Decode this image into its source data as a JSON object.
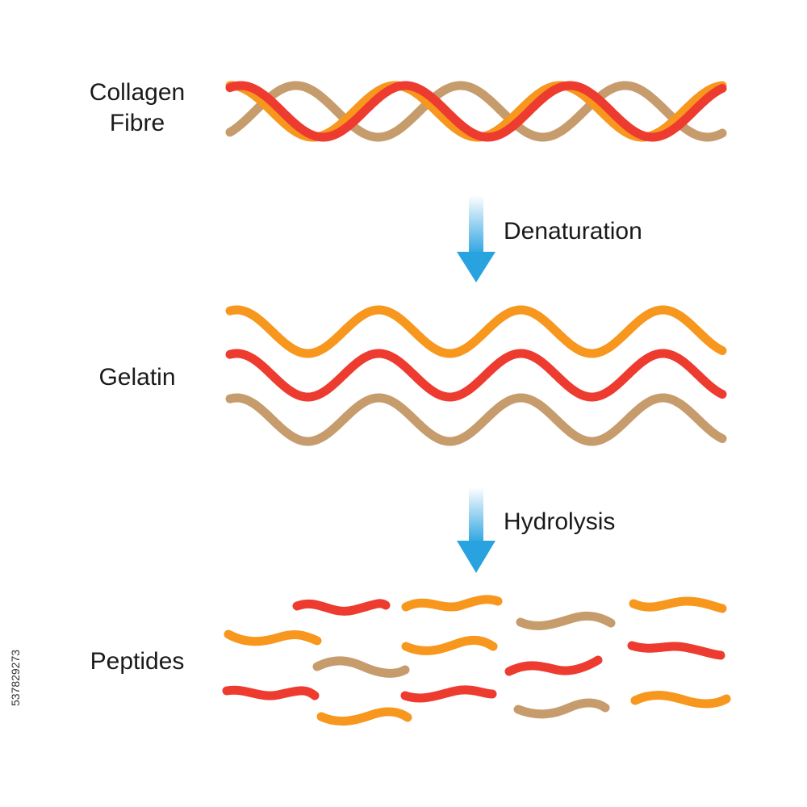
{
  "labels": {
    "collagen_line1": "Collagen",
    "collagen_line2": "Fibre",
    "gelatin": "Gelatin",
    "peptides": "Peptides",
    "step1": "Denaturation",
    "step2": "Hydrolysis"
  },
  "stock_id": "537829273",
  "colors": {
    "orange": "#F7971E",
    "red": "#EE3B2F",
    "tan": "#C69C6D",
    "arrow_top": "#FFFFFF",
    "arrow_bottom": "#29A3E0"
  },
  "icons": [
    "downward-gradient-arrow-icon"
  ]
}
